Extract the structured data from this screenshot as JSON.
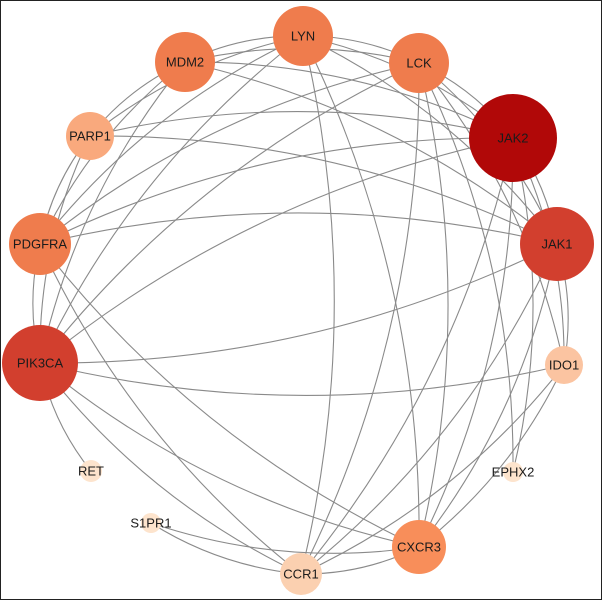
{
  "network": {
    "nodes": [
      {
        "id": "LYN",
        "label": "LYN",
        "color": "#ef7c4d"
      },
      {
        "id": "MDM2",
        "label": "MDM2",
        "color": "#ef7c4d"
      },
      {
        "id": "LCK",
        "label": "LCK",
        "color": "#ef7c4d"
      },
      {
        "id": "PARP1",
        "label": "PARP1",
        "color": "#f9a97d"
      },
      {
        "id": "JAK2",
        "label": "JAK2",
        "color": "#b10808"
      },
      {
        "id": "PDGFRA",
        "label": "PDGFRA",
        "color": "#ef7c4d"
      },
      {
        "id": "JAK1",
        "label": "JAK1",
        "color": "#d23f2e"
      },
      {
        "id": "PIK3CA",
        "label": "PIK3CA",
        "color": "#d23f2e"
      },
      {
        "id": "IDO1",
        "label": "IDO1",
        "color": "#fbc4a1"
      },
      {
        "id": "RET",
        "label": "RET",
        "color": "#fde4cd"
      },
      {
        "id": "EPHX2",
        "label": "EPHX2",
        "color": "#fde4cd"
      },
      {
        "id": "S1PR1",
        "label": "S1PR1",
        "color": "#fde4cd"
      },
      {
        "id": "CXCR3",
        "label": "CXCR3",
        "color": "#f88e5a"
      },
      {
        "id": "CCR1",
        "label": "CCR1",
        "color": "#fbd0b0"
      }
    ],
    "edges": [
      [
        "LYN",
        "MDM2"
      ],
      [
        "LYN",
        "LCK"
      ],
      [
        "LYN",
        "JAK2"
      ],
      [
        "LYN",
        "JAK1"
      ],
      [
        "LYN",
        "PDGFRA"
      ],
      [
        "LYN",
        "PIK3CA"
      ],
      [
        "LYN",
        "PARP1"
      ],
      [
        "LYN",
        "CXCR3"
      ],
      [
        "LYN",
        "CCR1"
      ],
      [
        "MDM2",
        "LCK"
      ],
      [
        "MDM2",
        "JAK2"
      ],
      [
        "MDM2",
        "JAK1"
      ],
      [
        "MDM2",
        "PARP1"
      ],
      [
        "MDM2",
        "PDGFRA"
      ],
      [
        "MDM2",
        "PIK3CA"
      ],
      [
        "LCK",
        "JAK2"
      ],
      [
        "LCK",
        "JAK1"
      ],
      [
        "LCK",
        "PDGFRA"
      ],
      [
        "LCK",
        "PIK3CA"
      ],
      [
        "LCK",
        "CXCR3"
      ],
      [
        "LCK",
        "CCR1"
      ],
      [
        "LCK",
        "EPHX2"
      ],
      [
        "LCK",
        "IDO1"
      ],
      [
        "PARP1",
        "JAK2"
      ],
      [
        "PARP1",
        "PDGFRA"
      ],
      [
        "PARP1",
        "PIK3CA"
      ],
      [
        "PARP1",
        "JAK1"
      ],
      [
        "JAK2",
        "JAK1"
      ],
      [
        "JAK2",
        "PDGFRA"
      ],
      [
        "JAK2",
        "PIK3CA"
      ],
      [
        "JAK2",
        "IDO1"
      ],
      [
        "JAK2",
        "CXCR3"
      ],
      [
        "JAK2",
        "EPHX2"
      ],
      [
        "JAK2",
        "CCR1"
      ],
      [
        "PDGFRA",
        "JAK1"
      ],
      [
        "PDGFRA",
        "PIK3CA"
      ],
      [
        "PDGFRA",
        "CCR1"
      ],
      [
        "PDGFRA",
        "CXCR3"
      ],
      [
        "JAK1",
        "PIK3CA"
      ],
      [
        "JAK1",
        "IDO1"
      ],
      [
        "JAK1",
        "CXCR3"
      ],
      [
        "JAK1",
        "CCR1"
      ],
      [
        "PIK3CA",
        "RET"
      ],
      [
        "PIK3CA",
        "IDO1"
      ],
      [
        "PIK3CA",
        "CCR1"
      ],
      [
        "PIK3CA",
        "CXCR3"
      ],
      [
        "IDO1",
        "CXCR3"
      ],
      [
        "IDO1",
        "CCR1"
      ],
      [
        "S1PR1",
        "CCR1"
      ],
      [
        "S1PR1",
        "CXCR3"
      ],
      [
        "CXCR3",
        "CCR1"
      ]
    ]
  }
}
